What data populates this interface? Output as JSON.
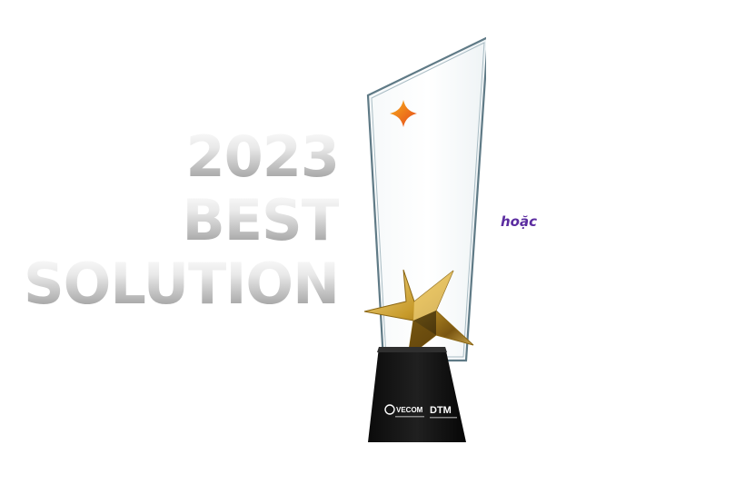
{
  "headline": {
    "line1": "2023",
    "line2": "BEST",
    "line3": "SOLUTION"
  },
  "connector_text": "hoặc",
  "trophy": {
    "base_brands": [
      "VECOM",
      "DTM"
    ],
    "colors": {
      "glass_edge": "#5f7a86",
      "gold": "#c79a2a",
      "base": "#111111",
      "accent_star": "#f06a1c",
      "text_accent": "#5b2ca0"
    }
  }
}
